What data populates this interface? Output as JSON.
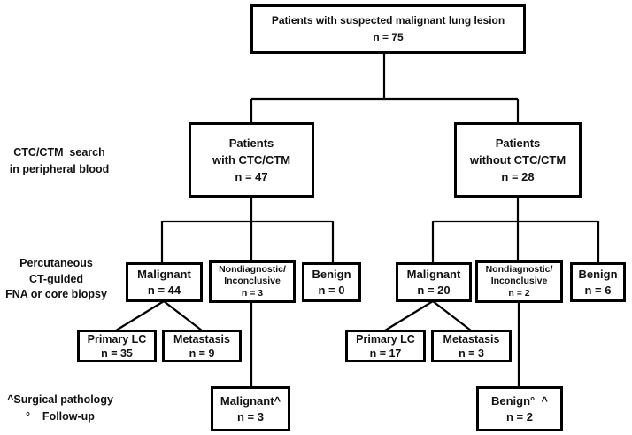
{
  "nodes": {
    "root": {
      "lines": [
        "Patients with suspected malignant lung lesion",
        "n = 75"
      ]
    },
    "with_ctc": {
      "lines": [
        "Patients",
        "with CTC/CTM",
        "n = 47"
      ]
    },
    "without_ctc": {
      "lines": [
        "Patients",
        "without CTC/CTM",
        "n = 28"
      ]
    },
    "ctc_malignant": {
      "lines": [
        "Malignant",
        "n = 44"
      ]
    },
    "ctc_nondiagnostic": {
      "lines": [
        "Nondiagnostic/",
        "Inconclusive",
        "n = 3"
      ]
    },
    "ctc_benign": {
      "lines": [
        "Benign",
        "n = 0"
      ]
    },
    "ctc_primary_lc": {
      "lines": [
        "Primary LC",
        "n = 35"
      ]
    },
    "ctc_metastasis": {
      "lines": [
        "Metastasis",
        "n = 9"
      ]
    },
    "ctc_followup": {
      "lines": [
        "Malignant^",
        "n = 3"
      ]
    },
    "noctc_malignant": {
      "lines": [
        "Malignant",
        "n = 20"
      ]
    },
    "noctc_nondiagnostic": {
      "lines": [
        "Nondiagnostic/",
        "Inconclusive",
        "n = 2"
      ]
    },
    "noctc_benign": {
      "lines": [
        "Benign",
        "n = 6"
      ]
    },
    "noctc_primary_lc": {
      "lines": [
        "Primary LC",
        "n = 17"
      ]
    },
    "noctc_metastasis": {
      "lines": [
        "Metastasis",
        "n = 3"
      ]
    },
    "noctc_followup": {
      "lines": [
        "Benign°  ^",
        "n = 2"
      ]
    }
  },
  "side_labels": {
    "ctc_search": {
      "lines": [
        "CTC/CTM  search",
        "in peripheral blood"
      ]
    },
    "biopsy": {
      "lines": [
        "Percutaneous",
        "CT-guided",
        "FNA or core biopsy"
      ]
    },
    "footnotes": {
      "lines": [
        "^Surgical pathology",
        "°    Follow-up"
      ]
    }
  },
  "colors": {
    "line": "#000000",
    "text": "#111111",
    "background": "#ffffff"
  }
}
